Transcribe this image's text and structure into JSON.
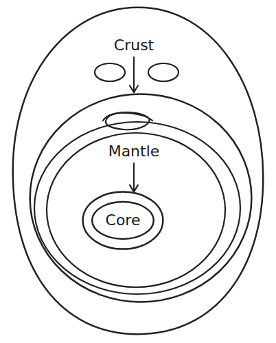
{
  "diagram": {
    "nodes": [
      {
        "text": [
          "Crust"
        ]
      },
      {
        "text": [
          "Mantle"
        ],
        "in": 0
      },
      {
        "text": [
          "Core"
        ],
        "in": 1
      }
    ],
    "edges": [
      {
        "from": 0,
        "to": 1,
        "arrow": "to"
      },
      {
        "from": 1,
        "to": 2,
        "arrow": "to"
      }
    ]
  }
}
